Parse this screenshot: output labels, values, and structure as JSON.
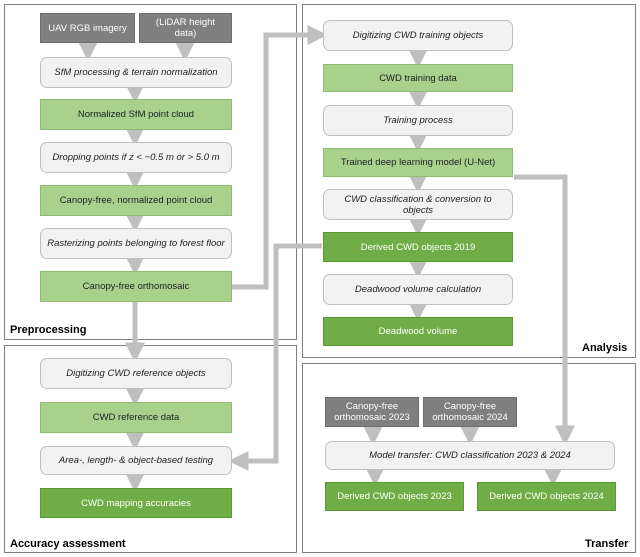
{
  "panels": {
    "preprocessing": "Preprocessing",
    "analysis": "Analysis",
    "accuracy": "Accuracy assessment",
    "transfer": "Transfer"
  },
  "preprocessing": {
    "input_rgb": "UAV RGB imagery",
    "input_lidar": "(LiDAR height data)",
    "sfm": "SfM processing & terrain normalization",
    "norm_cloud": "Normalized SfM point cloud",
    "dropping": "Dropping points if z < −0.5 m or > 5.0 m",
    "canopy_cloud": "Canopy-free, normalized point cloud",
    "rasterizing": "Rasterizing points belonging to forest floor",
    "ortho": "Canopy-free orthomosaic"
  },
  "analysis": {
    "digitizing": "Digitizing CWD training objects",
    "training_data": "CWD training data",
    "training_process": "Training process",
    "model": "Trained deep learning model (U-Net)",
    "classification": "CWD classification & conversion to objects",
    "derived_2019": "Derived CWD objects 2019",
    "volume_calc": "Deadwood volume calculation",
    "volume": "Deadwood volume"
  },
  "accuracy": {
    "digitizing_ref": "Digitizing CWD reference objects",
    "ref_data": "CWD reference data",
    "testing": "Area-, length- & object-based testing",
    "accuracies": "CWD mapping accuracies"
  },
  "transfer": {
    "ortho_2023": "Canopy-free orthomosaic 2023",
    "ortho_2024": "Canopy-free orthomosaic 2024",
    "model_transfer": "Model transfer: CWD classification 2023 & 2024",
    "derived_2023": "Derived CWD objects 2023",
    "derived_2024": "Derived CWD objects 2024"
  },
  "colors": {
    "panel_border": "#7f7f7f",
    "process_box": "#f2f2f2",
    "data_box": "#a9d18e",
    "output_box": "#70ad47",
    "input_box": "#7f7f7f",
    "arrow": "#bfbfbf"
  }
}
